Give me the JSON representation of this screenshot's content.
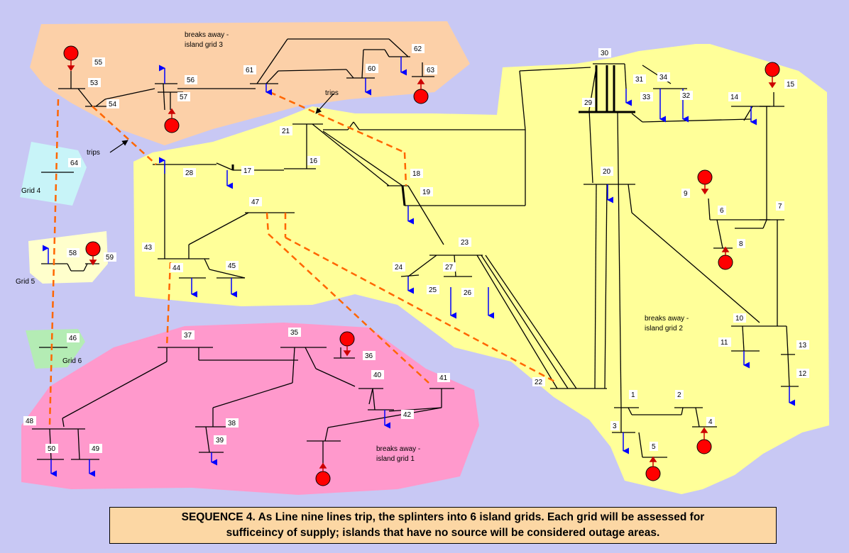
{
  "colors": {
    "background": "#c8c8f4",
    "island1": "#ff99cc",
    "island2": "#ffff99",
    "island3": "#fcd0a8",
    "grid4": "#c8f4f8",
    "grid5": "#ffffcc",
    "grid6": "#b4ecb4",
    "tripped_line": "#ff6600",
    "generator": "#ff0000",
    "load_arrow": "#0000ff",
    "line": "#000000",
    "caption_fill": "#fcd7a4"
  },
  "caption": {
    "line1": "SEQUENCE 4.  As  Line nine lines trip, the splinters into 6 island grids. Each grid will be assessed for",
    "line2": "sufficeincy of supply; islands that have no source will be considered outage areas."
  },
  "region_labels": {
    "grid3_a": "breaks away -",
    "grid3_b": "island grid 3",
    "grid2_a": "breaks away -",
    "grid2_b": "island grid 2",
    "grid1_a": "breaks away -",
    "grid1_b": "island grid 1",
    "grid4": "Grid 4",
    "grid5": "Grid 5",
    "grid6": "Grid 6"
  },
  "annotations": {
    "trips_upper": "trips",
    "trips_left": "trips"
  },
  "bus_labels": [
    "1",
    "2",
    "3",
    "4",
    "5",
    "6",
    "7",
    "8",
    "9",
    "10",
    "11",
    "12",
    "13",
    "14",
    "15",
    "16",
    "17",
    "18",
    "19",
    "20",
    "21",
    "22",
    "23",
    "24",
    "25",
    "26",
    "27",
    "28",
    "29",
    "30",
    "31",
    "32",
    "33",
    "34",
    "35",
    "36",
    "37",
    "38",
    "39",
    "40",
    "41",
    "42",
    "43",
    "44",
    "45",
    "46",
    "47",
    "48",
    "49",
    "50",
    "53",
    "54",
    "55",
    "56",
    "57",
    "58",
    "59",
    "60",
    "61",
    "62",
    "63",
    "64"
  ]
}
